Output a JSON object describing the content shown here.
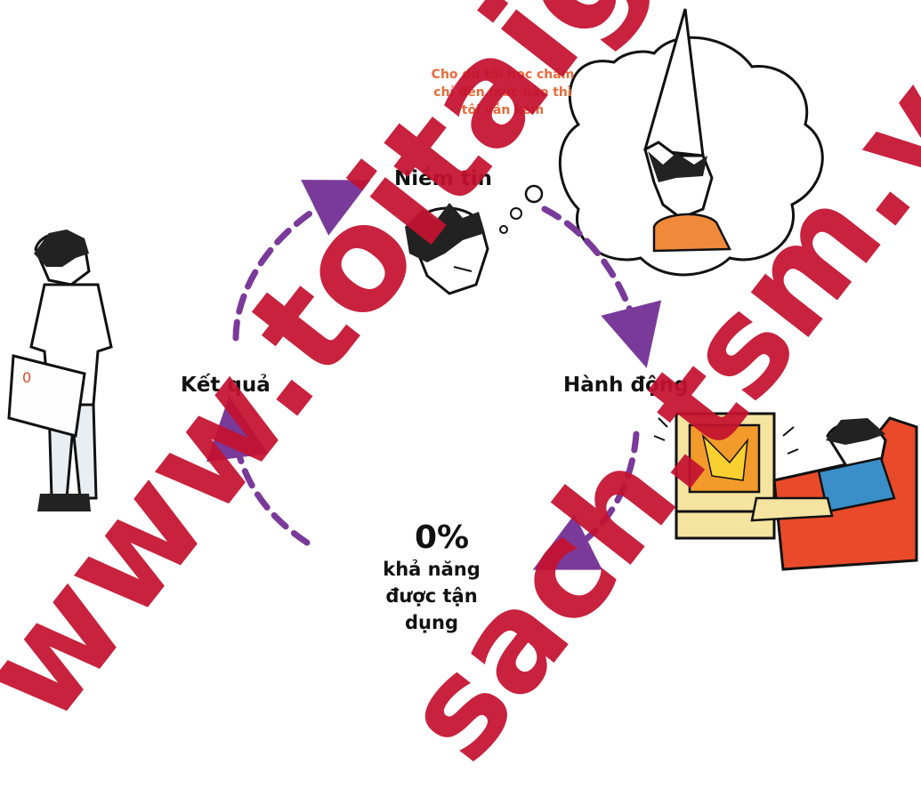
{
  "diagram": {
    "thought": "Cho dù tôi học chăm chỉ đến mức nào thì tôi vẫn kém",
    "belief": "Niềm tin",
    "action": "Hành động",
    "result": "Kết quả",
    "zero_percent": "0%",
    "zero_caption": "khả năng được tận dụng"
  },
  "watermark": {
    "text": "www.toitaigioi.com",
    "text2": "sach.tsm.v"
  },
  "colors": {
    "arrow": "#7a3a9a",
    "thought_text": "#e86a3a",
    "watermark": "#c41230",
    "shirt": "#f08a3a"
  },
  "icons": [
    "student-figure",
    "worried-head-figure",
    "dunce-cap-thought-bubble",
    "tv-figure",
    "armchair-person-figure"
  ]
}
